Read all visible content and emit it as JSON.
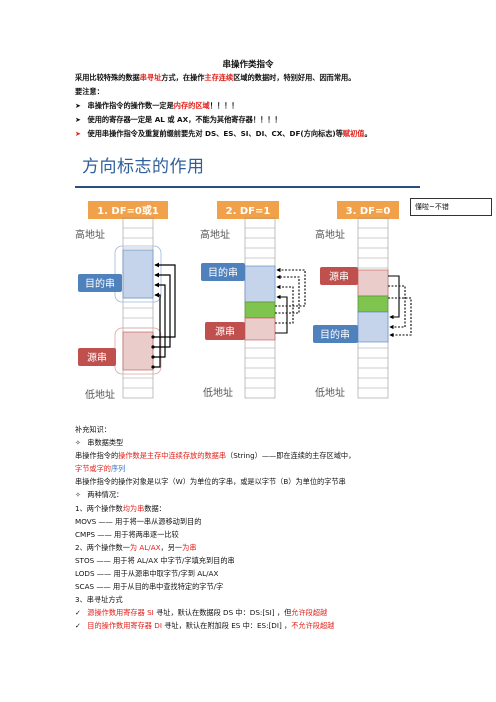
{
  "header": {
    "title": "串操作类指令",
    "intro": {
      "a": "采用比较特殊的数据",
      "b": "串寻址",
      "c": "方式，在操作",
      "d": "主存连续",
      "e": "区域的数据时，特别好用、因而常用。"
    },
    "notice_label": "要注意：",
    "bullets": [
      {
        "a": "串操作指令的操作数一定是",
        "b": "内存的区域",
        "c": "！！！！"
      },
      {
        "a": "使用的寄存器一定是 AL 或 AX，不能为其他寄存器！！！！",
        "b": "",
        "c": ""
      },
      {
        "a": "使用串操作指令及重复前缀前要先对 DS、ES、SI、DI、CX、DF(方向标志)等",
        "b": "赋初值",
        "c": "。"
      }
    ]
  },
  "figure": {
    "title": "方向标志的作用",
    "note": "懂啦~不错",
    "panels": [
      {
        "label": "1. DF=0或1",
        "high": "高地址",
        "low": "低地址",
        "dest": "目的串",
        "src": "源串"
      },
      {
        "label": "2. DF=1",
        "high": "高地址",
        "low": "低地址",
        "dest": "目的串",
        "src": "源串"
      },
      {
        "label": "3. DF=0",
        "high": "高地址",
        "low": "低地址",
        "dest": "目的串",
        "src": "源串"
      }
    ],
    "colors": {
      "orange": "#f0a14a",
      "blue": "#4f81bd",
      "red": "#c0504d",
      "green": "#7ec44f",
      "cell_blue": "#c5d4ea",
      "cell_red": "#eacccb"
    }
  },
  "body": {
    "supp": "补充知识：",
    "types_head": "串数据类型",
    "p1": {
      "a": "串操作指令的",
      "b": "操作数是",
      "c": "主存中",
      "d": "连续存放的",
      "e": "数据串",
      "f": "（String）——即在连续的主存区域中，"
    },
    "p1b": {
      "a": "字节或字的",
      "b": "序列"
    },
    "p2": "串操作指令的操作对象是以字（W）为单位的字串，或是以字节（B）为单位的字节串",
    "cases_head": "两种情况：",
    "s1": {
      "a": "1、两个操作数",
      "b": "均为串",
      "c": "数据："
    },
    "movs": "MOVS ——  用于将一串从源移动到目的",
    "cmps": "CMPS ——  用于将两串逐一比较",
    "s2": {
      "a": "2、两个操作数一",
      "b": "为 AL/AX",
      "c": "，另一",
      "d": "为串"
    },
    "stos": "STOS ——  用于将 AL/AX 中字节/字填充到目的串",
    "lods": "LODS ——  用于从源串中取字节/字到 AL/AX",
    "scas": "SCAS ——  用于从目的串中查找特定的字节/字",
    "s3": "3、串寻址方式",
    "c1": {
      "a": "源操作数用寄存器 ",
      "b": "SI",
      "c": " 寻址，默认在数据段 DS 中：DS:[SI] ，但",
      "d": "允许段超越"
    },
    "c2": {
      "a": "目的操作数用寄存器 ",
      "b": "DI",
      "c": " 寻址，默认在附加段 ES 中：ES:[DI] ，",
      "d": "不允许段超越"
    }
  }
}
